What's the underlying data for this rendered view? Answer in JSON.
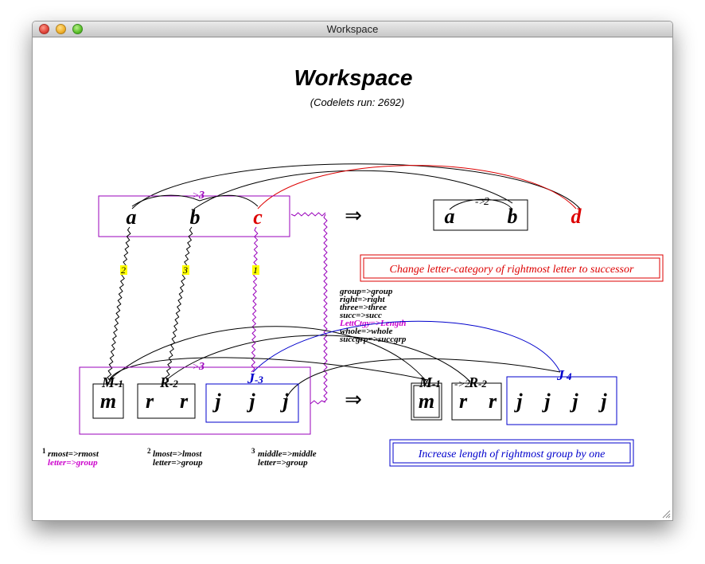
{
  "window": {
    "title": "Workspace"
  },
  "heading": {
    "title": "Workspace",
    "codelets": "(Codelets run:  2692)"
  },
  "initial": {
    "letters": [
      "a",
      "b",
      "c"
    ],
    "group_label": "3",
    "group_arrow": "->"
  },
  "modified": {
    "letters": [
      "a",
      "b"
    ],
    "group_label": "2",
    "group_arrow": "->"
  },
  "answer_letter": "d",
  "arrow_symbol": "⇒",
  "bond_numbers": [
    "2",
    "3",
    "1"
  ],
  "rule_top": "Change letter-category of rightmost letter to successor",
  "rule_bottom": "Increase length of rightmost group by one",
  "slippages": [
    "group=>group",
    "right=>right",
    "three=>three",
    "succ=>succ",
    "LettCtgy=>Length",
    "whole=>whole",
    "succgrp=>succgrp"
  ],
  "target": {
    "letters": [
      "m",
      "r",
      "r",
      "j",
      "j",
      "j"
    ],
    "group_labels": {
      "M": "M",
      "M_num": "-1",
      "R": "R",
      "R_num": "-2",
      "J": "J",
      "J_num": "-3",
      "whole": "3"
    }
  },
  "answer": {
    "letters": [
      "m",
      "r",
      "r",
      "j",
      "j",
      "j",
      "j"
    ],
    "group_labels": {
      "M": "M",
      "M_num": "-1",
      "arrow_num": "2",
      "R": "R",
      "R_num": "-2",
      "J": "J",
      "J_num": "4"
    }
  },
  "footnotes": [
    {
      "num": "1",
      "line1": "rmost=>rmost",
      "line2": "letter=>group"
    },
    {
      "num": "2",
      "line1": "lmost=>lmost",
      "line2": "letter=>group"
    },
    {
      "num": "3",
      "line1": "middle=>middle",
      "line2": "letter=>group"
    }
  ],
  "colors": {
    "purple": "#9900bb",
    "red": "#dd0000",
    "blue": "#0000cc",
    "magenta": "#cc00cc",
    "yellow": "#ffff00"
  }
}
